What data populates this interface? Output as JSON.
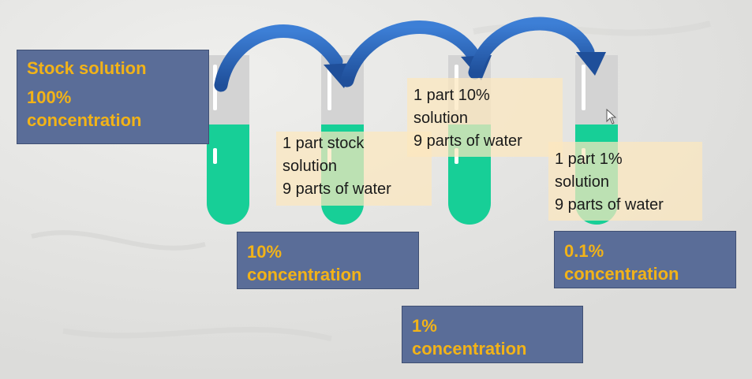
{
  "colors": {
    "liquid": "#17cf97",
    "tube_glass": "#d3d3d3",
    "arrow": "#2f6cc4",
    "box_fill": "#5a6d98",
    "box_text": "#f2b318",
    "note_fill": "#fce8be"
  },
  "stock_box": {
    "line1": "Stock solution",
    "line2": "100%",
    "line3": "concentration"
  },
  "conc_10": {
    "line1": "10%",
    "line2": "concentration"
  },
  "conc_1": {
    "line1": "1%",
    "line2": "concentration"
  },
  "conc_01": {
    "line1": "0.1%",
    "line2": "concentration"
  },
  "step1": {
    "line1": "1 part stock",
    "line2": "solution",
    "line3": "9 parts of water"
  },
  "step2": {
    "line1": "1 part 10%",
    "line2": "solution",
    "line3": "9 parts of water"
  },
  "step3": {
    "line1": "1 part 1%",
    "line2": "solution",
    "line3": "9 parts of water"
  },
  "icons": [
    "curved-arrow-icon",
    "cursor-icon"
  ]
}
